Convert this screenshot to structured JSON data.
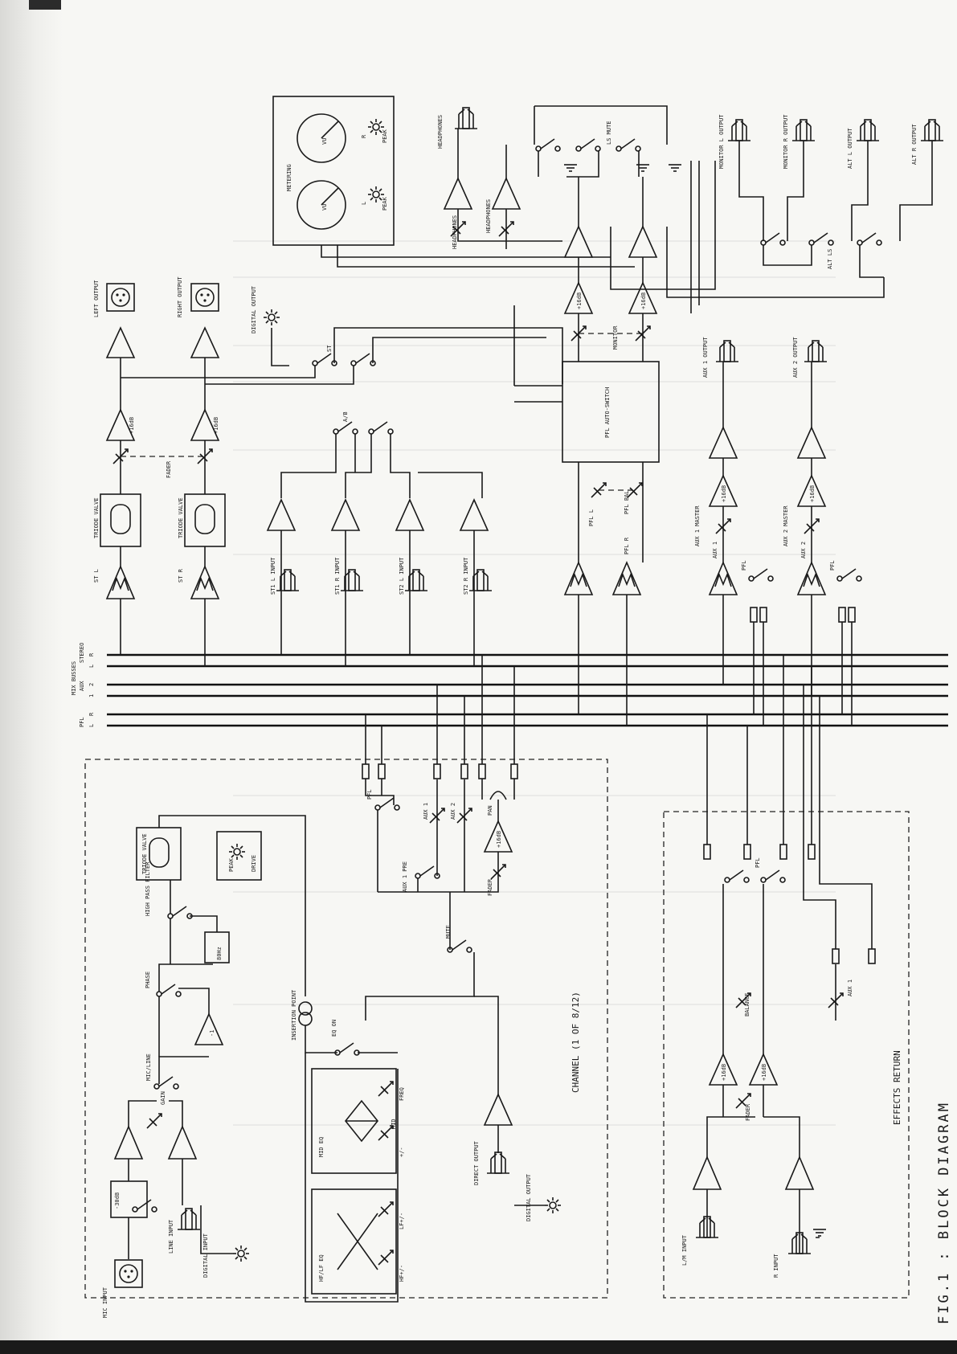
{
  "figure_title": "FIG.1 : BLOCK DIAGRAM",
  "sections": {
    "channel": "CHANNEL (1 OF 8/12)",
    "effects_return": "EFFECTS RETURN",
    "metering": "METERING",
    "meter_l_letter": "L",
    "meter_r_letter": "R",
    "meter_vu": "VU",
    "meter_peak_l": "PEAK",
    "meter_peak_r": "PEAK",
    "bus_heading": "MIX BUSSES",
    "bus_stereo": "STEREO",
    "bus_aux": "AUX",
    "bus_pfl": "PFL",
    "bus_l1": "L",
    "bus_r1": "R",
    "bus_1": "1",
    "bus_2": "2",
    "bus_l2": "L",
    "bus_r2": "R"
  },
  "outputs": {
    "left_output": "LEFT OUTPUT",
    "right_output": "RIGHT OUTPUT",
    "digital_output": "DIGITAL OUTPUT",
    "headphones_jack": "HEADPHONES",
    "headphones_amp1": "HEADPHONES",
    "headphones_amp2": "HEADPHONES",
    "monitor_l_output": "MONITOR L OUTPUT",
    "monitor_r_output": "MONITOR R OUTPUT",
    "alt_l_output": "ALT L OUTPUT",
    "alt_r_output": "ALT R OUTPUT",
    "aux1_output": "AUX 1 OUTPUT",
    "aux2_output": "AUX 2 OUTPUT",
    "direct_output": "DIRECT OUTPUT",
    "ch_digital_output": "DIGITAL OUTPUT"
  },
  "master": {
    "triode_l": "TRIODE VALVE",
    "triode_r": "TRIODE VALVE",
    "st_l": "ST L",
    "st_r": "ST R",
    "fader": "FADER",
    "gain_l": "+16dB",
    "gain_r": "+16dB",
    "ls_mute": "LS MUTE",
    "alt_ls": "ALT LS",
    "st_switch": "ST",
    "ab_switch": "A/B",
    "monitor": "MONITOR",
    "monitor_gain_1": "+16dB",
    "monitor_gain_2": "+16dB",
    "pfl_auto_switch": "PFL AUTO-SWITCH",
    "pfl_l": "PFL L",
    "pfl_r": "PFL R",
    "pfl_bal": "PFL BAL",
    "st1l_input": "ST1 L INPUT",
    "st1r_input": "ST1 R INPUT",
    "st2l_input": "ST2 L INPUT",
    "st2r_input": "ST2 R INPUT",
    "aux1_master": "AUX 1 MASTER",
    "aux2_master": "AUX 2 MASTER",
    "aux1_gain": "+16dB",
    "aux2_gain": "+16dB",
    "aux1_label": "AUX 1",
    "aux2_label": "AUX 2",
    "aux1_pfl": "PFL",
    "aux2_pfl": "PFL"
  },
  "channel": {
    "mic_input": "MIC INPUT",
    "line_input": "LINE INPUT",
    "digital_input": "DIGITAL INPUT",
    "pad": "-30dB",
    "gain": "GAIN",
    "mic_line": "MIC/LINE",
    "phase": "PHASE",
    "invert": "-1",
    "high_pass": "HIGH PASS FILTER",
    "hpf_freq": "80Hz",
    "triode": "TRIODE VALVE",
    "peak": "PEAK",
    "drive": "DRIVE",
    "insertion_point": "INSERTION POINT",
    "eq_on": "EQ ON",
    "mid_eq": "MID EQ",
    "mid": "MID",
    "freq": "FREQ",
    "mid_pm": "+/-",
    "hf_lf_eq": "HF/LF EQ",
    "hf_pm": "HF+/-",
    "lf_pm": "LF+/-",
    "mute": "MUTE",
    "fader": "FADER",
    "fader_gain": "+16dB",
    "pfl": "PFL",
    "aux1_pre": "AUX 1 PRE",
    "aux1": "AUX 1",
    "aux2": "AUX 2",
    "pan": "PAN"
  },
  "effects": {
    "lm_input": "L/M INPUT",
    "r_input": "R INPUT",
    "gain_1": "+16dB",
    "gain_2": "+16dB",
    "fader": "FADER",
    "balance": "BALANCE",
    "aux1": "AUX 1",
    "pfl": "PFL"
  }
}
